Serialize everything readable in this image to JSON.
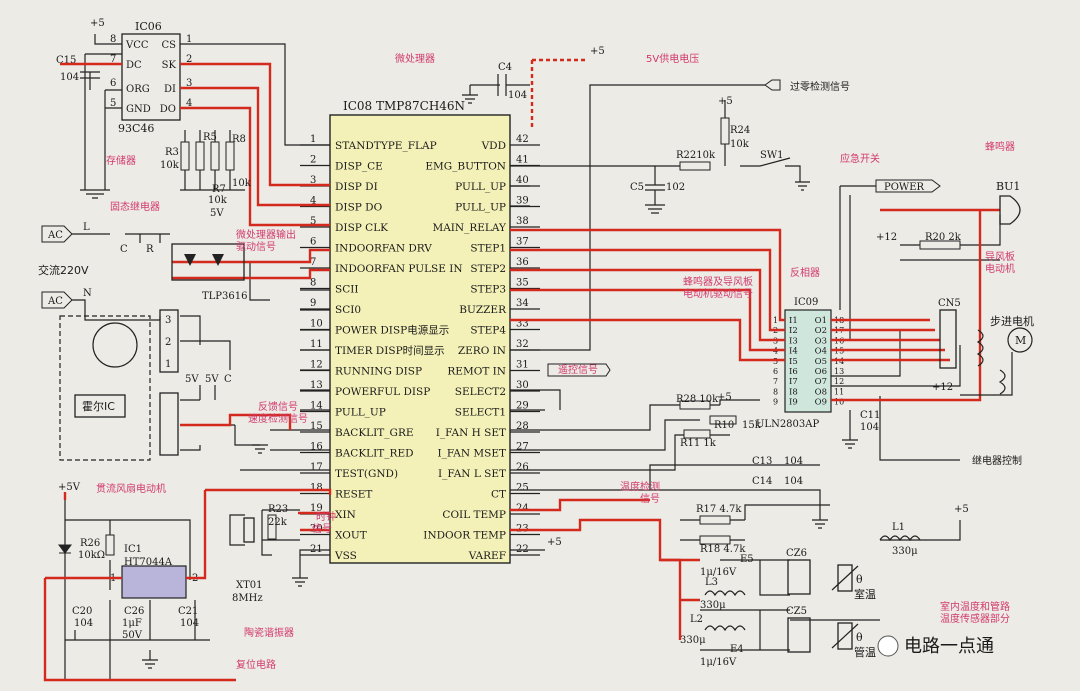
{
  "mcu": {
    "ref": "IC08 TMP87CH46N",
    "label": "微处理器",
    "left_pins": [
      {
        "num": "1",
        "name": "STANDTYPE_FLAP"
      },
      {
        "num": "2",
        "name": "DISP_CE"
      },
      {
        "num": "3",
        "name": "DISP DI"
      },
      {
        "num": "4",
        "name": "DISP DO"
      },
      {
        "num": "5",
        "name": "DISP CLK"
      },
      {
        "num": "6",
        "name": "INDOORFAN DRV"
      },
      {
        "num": "7",
        "name": "INDOORFAN PULSE IN"
      },
      {
        "num": "8",
        "name": "SCII"
      },
      {
        "num": "9",
        "name": "SCI0"
      },
      {
        "num": "10",
        "name": "POWER DISP电源显示"
      },
      {
        "num": "11",
        "name": "TIMER DISP时间显示"
      },
      {
        "num": "12",
        "name": "RUNNING DISP"
      },
      {
        "num": "13",
        "name": "POWERFUL DISP"
      },
      {
        "num": "14",
        "name": "PULL_UP"
      },
      {
        "num": "15",
        "name": "BACKLIT_GRE"
      },
      {
        "num": "16",
        "name": "BACKLIT_RED"
      },
      {
        "num": "17",
        "name": "TEST(GND)"
      },
      {
        "num": "18",
        "name": "RESET"
      },
      {
        "num": "19",
        "name": "XIN"
      },
      {
        "num": "20",
        "name": "XOUT"
      },
      {
        "num": "21",
        "name": "VSS"
      }
    ],
    "right_pins": [
      {
        "num": "42",
        "name": "VDD"
      },
      {
        "num": "41",
        "name": "EMG_BUTTON"
      },
      {
        "num": "40",
        "name": "PULL_UP"
      },
      {
        "num": "39",
        "name": "PULL_UP"
      },
      {
        "num": "38",
        "name": "MAIN_RELAY"
      },
      {
        "num": "37",
        "name": "STEP1"
      },
      {
        "num": "36",
        "name": "STEP2"
      },
      {
        "num": "35",
        "name": "STEP3"
      },
      {
        "num": "34",
        "name": "BUZZER"
      },
      {
        "num": "33",
        "name": "STEP4"
      },
      {
        "num": "32",
        "name": "ZERO IN"
      },
      {
        "num": "31",
        "name": "REMOT IN"
      },
      {
        "num": "30",
        "name": "SELECT2"
      },
      {
        "num": "29",
        "name": "SELECT1"
      },
      {
        "num": "28",
        "name": "I_FAN H SET"
      },
      {
        "num": "27",
        "name": "I_FAN MSET"
      },
      {
        "num": "26",
        "name": "I_FAN L SET"
      },
      {
        "num": "25",
        "name": "CT"
      },
      {
        "num": "24",
        "name": "COIL TEMP"
      },
      {
        "num": "23",
        "name": "INDOOR TEMP"
      },
      {
        "num": "22",
        "name": "VAREF"
      }
    ]
  },
  "eeprom": {
    "ref": "IC06",
    "part": "93C46",
    "label": "存储器",
    "left_pins": [
      {
        "num": "8",
        "name": "VCC"
      },
      {
        "num": "7",
        "name": "DC"
      },
      {
        "num": "6",
        "name": "ORG"
      },
      {
        "num": "5",
        "name": "GND"
      }
    ],
    "right_pins": [
      {
        "num": "1",
        "name": "CS"
      },
      {
        "num": "2",
        "name": "SK"
      },
      {
        "num": "3",
        "name": "DI"
      },
      {
        "num": "4",
        "name": "DO"
      }
    ],
    "vcc": "+5",
    "cap": {
      "ref": "C15",
      "value": "104"
    }
  },
  "driver": {
    "ref": "IC09",
    "part": "ULN2803AP",
    "label": "反相器",
    "inputs": [
      "I1",
      "I2",
      "I3",
      "I4",
      "I5",
      "I6",
      "I7",
      "I8",
      "I9"
    ],
    "outputs": [
      "O1",
      "O2",
      "O3",
      "O4",
      "O5",
      "O6",
      "O7",
      "O8",
      "O9"
    ],
    "in_nums": [
      "1",
      "2",
      "3",
      "4",
      "5",
      "6",
      "7",
      "8",
      "9"
    ],
    "out_nums": [
      "18",
      "17",
      "16",
      "15",
      "14",
      "13",
      "12",
      "11",
      "10"
    ]
  },
  "reset_ic": {
    "ref": "IC1",
    "part": "HT7044A",
    "pin_left": "1",
    "pin_right": "2",
    "label": "复位电路"
  },
  "components": {
    "r3": "R3",
    "r3v": "10k",
    "r5": "R5",
    "r7": "R7",
    "r7v": "10k",
    "r8": "R8",
    "r8v": "10k",
    "c4": "C4",
    "c4v": "104",
    "r24": "R24",
    "r24v": "10k",
    "r22": "R2210k",
    "sw1": "SW1",
    "c5": "C5",
    "c5v": "102",
    "r20": "R20 2k",
    "p12a": "+12",
    "p12b": "+12",
    "r28": "R28 10k",
    "r11": "R11 1k",
    "r10": "R10",
    "r10v": "15k",
    "c11": "C11",
    "c11v": "104",
    "c13": "C13",
    "c13v": "104",
    "c14": "C14",
    "c14v": "104",
    "r17": "R17 4.7k",
    "r18": "R18 4.7k",
    "l1": "L1",
    "l1v": "330μ",
    "e5": "E5",
    "e5v": "1μ/16V",
    "l3": "L3",
    "l3v": "330μ",
    "l2": "L2",
    "l2v": "330μ",
    "e4": "E4",
    "e4v": "1μ/16V",
    "cz6": "CZ6",
    "cz5": "CZ5",
    "cn5": "CN5",
    "bu1": "BU1",
    "r26": "R26",
    "r26v": "10kΩ",
    "c20": "C20",
    "c20v": "104",
    "c26": "C26",
    "c26v": "1μF",
    "c26v2": "50V",
    "c21": "C21",
    "c21v": "104",
    "r23": "R23",
    "r23v": "22k",
    "xt01": "XT01",
    "xt01v": "8MHz",
    "tlp": "TLP3616",
    "hall": "霍尔IC",
    "ac1": "AC",
    "ac2": "AC",
    "ac_l": "L",
    "ac_n": "N",
    "ac_in": "交流220V",
    "c_ac": "C",
    "r_ac": "R",
    "p5_mcu": "+5",
    "p5_r24": "+5",
    "p5_r28": "+5",
    "p5_vref": "+5",
    "p5_l1": "+5",
    "p5_reset": "+5V",
    "p5_hall1": "5V",
    "p5_hall2": "5V",
    "c_hall": "C",
    "p5_ssr": "5V",
    "thermistor_room": "室温",
    "thermistor_pipe": "管温",
    "theta1": "θ",
    "theta2": "θ",
    "pin_3": "3",
    "pin_2": "2",
    "pin_1": "1"
  },
  "signals": {
    "power_bus": "POWER",
    "step_motor": "步进电机",
    "motor": "M",
    "relay_ctrl": "继电器控制",
    "zero_cross": "过零检测信号"
  },
  "annotations": {
    "supply": "5V供电电压",
    "emg": "应急开关",
    "buzzer": "蜂鸣器",
    "guide_motor_1": "导风板",
    "guide_motor_2": "电动机",
    "drive_1": "蜂鸣器及导风板",
    "drive_2": "电动机驱动信号",
    "remote": "遥控信号",
    "temp_detect": "温度检测",
    "temp_signal": "信号",
    "ssr": "固态继电器",
    "ssr_out_1": "微处理器输出",
    "ssr_out_2": "驱动信号",
    "fb_1": "反馈信号",
    "fb_2": "速度检测信号",
    "fan_motor": "贯流风扇电动机",
    "clock_1": "时钟",
    "clock_2": "信号",
    "resonator": "陶瓷谐振器",
    "sensors_1": "室内温度和管路",
    "sensors_2": "温度传感器部分",
    "watermark": "电路一点通"
  },
  "colors": {
    "signal_red": "#d42a1e",
    "annotation_pink": "#d23a6e",
    "ic_fill": "#f3f1b8",
    "driver_fill": "#cfe6dd",
    "reset_fill": "#b9b4d9"
  }
}
